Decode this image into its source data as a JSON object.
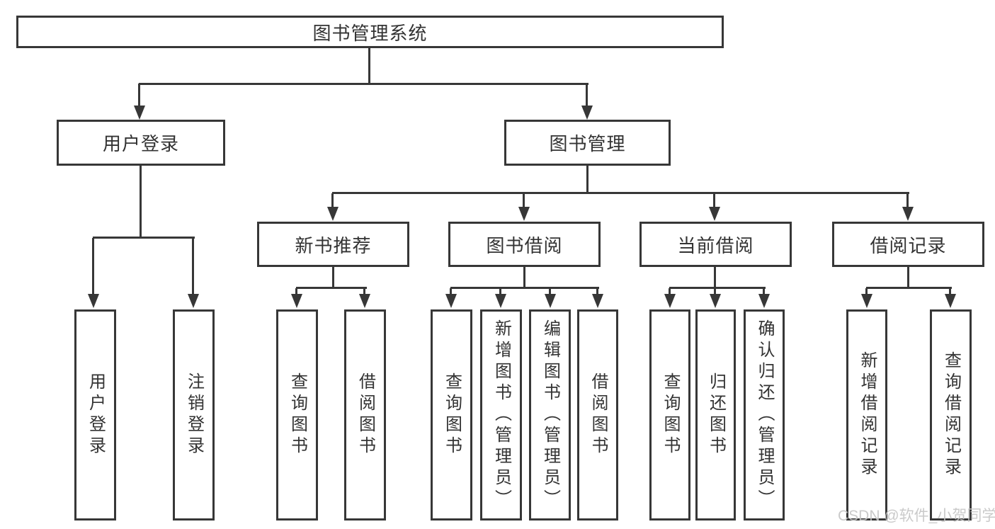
{
  "diagram": {
    "root": {
      "label": "图书管理系统"
    },
    "branches": {
      "user_login": {
        "label": "用户登录",
        "children": [
          {
            "label": "用户登录"
          },
          {
            "label": "注销登录"
          }
        ]
      },
      "book_management": {
        "label": "图书管理",
        "children": [
          {
            "label": "新书推荐",
            "children": [
              {
                "label": "查询图书"
              },
              {
                "label": "借阅图书"
              }
            ]
          },
          {
            "label": "图书借阅",
            "children": [
              {
                "label": "查询图书"
              },
              {
                "label": "新增图书（管理员）"
              },
              {
                "label": "编辑图书（管理员）"
              },
              {
                "label": "借阅图书"
              }
            ]
          },
          {
            "label": "当前借阅",
            "children": [
              {
                "label": "查询图书"
              },
              {
                "label": "归还图书"
              },
              {
                "label": "确认归还（管理员）"
              }
            ]
          },
          {
            "label": "借阅记录",
            "children": [
              {
                "label": "新增借阅记录"
              },
              {
                "label": "查询借阅记录"
              }
            ]
          }
        ]
      }
    }
  },
  "watermark": {
    "text": "CSDN @软件_小贺同学"
  },
  "colors": {
    "line": "#373737",
    "text": "#333333",
    "background": "#ffffff",
    "watermark": "#c6c6c6"
  }
}
